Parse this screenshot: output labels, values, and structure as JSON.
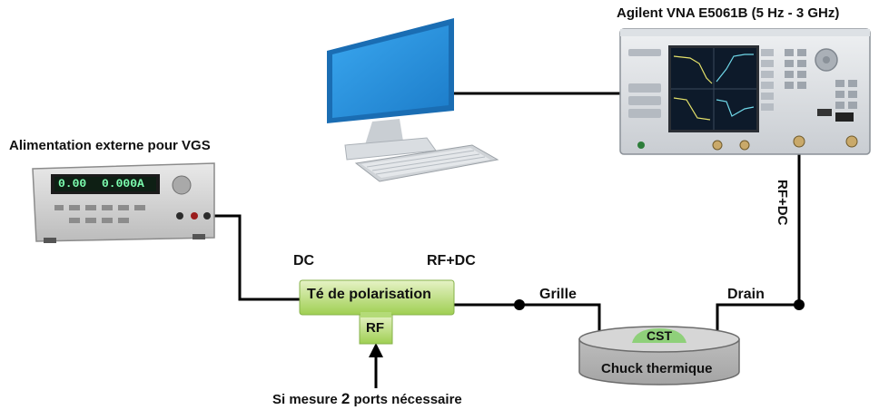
{
  "labels": {
    "vna_title": "Agilent VNA E5061B",
    "vna_range": "(5 Hz - 3 GHz)",
    "power_supply_title": "Alimentation externe pour VGS",
    "psu_display_left": "0.00",
    "psu_display_right": "0.000A",
    "dc": "DC",
    "rf_dc_top": "RF+DC",
    "bias_tee": "Té de polarisation",
    "rf_port": "RF",
    "gate": "Grille",
    "drain": "Drain",
    "rf_dc_vertical": "RF+DC",
    "cst": "CST",
    "chuck": "Chuck thermique",
    "measure_note_pre": "Si mesure ",
    "measure_note_num": "2",
    "measure_note_post": " ports nécessaire"
  },
  "colors": {
    "bias_tee_fill_top": "#d7eaa8",
    "bias_tee_fill_bottom": "#9ccc4a",
    "cst_green": "#8fd07a",
    "chuck_gray": "#c9c9c9",
    "monitor_blue": "#2a8fd8",
    "wire": "#000000"
  },
  "icons": [
    "computer-monitor-icon",
    "keyboard-icon",
    "vna-instrument-icon",
    "power-supply-icon",
    "arrow-up-icon"
  ]
}
